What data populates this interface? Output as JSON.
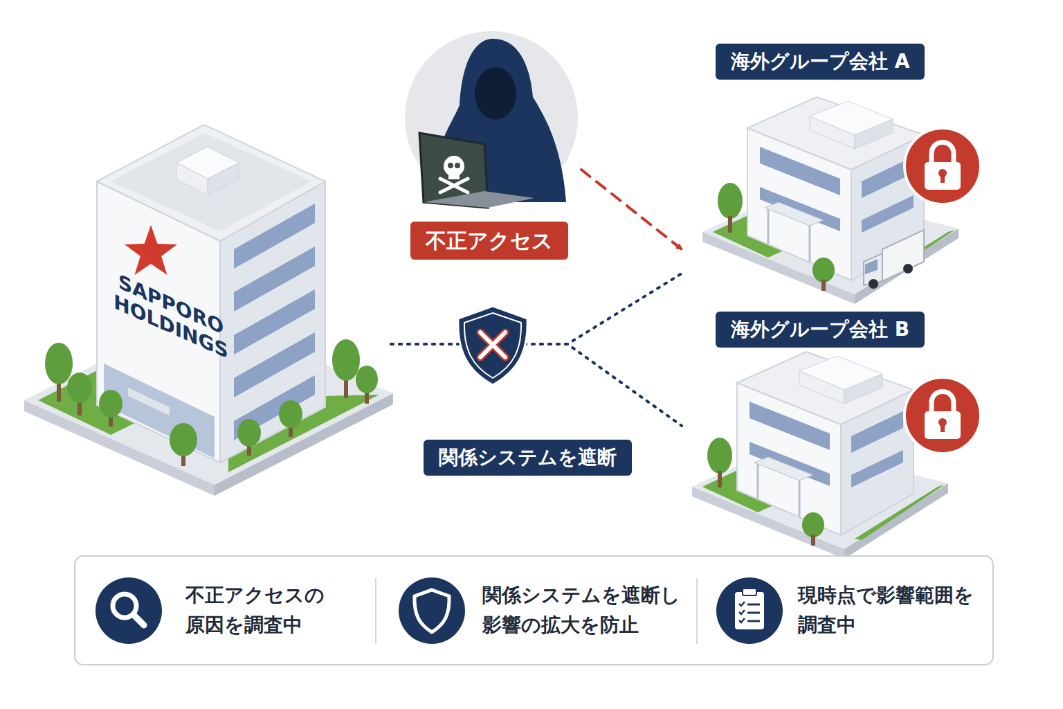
{
  "diagram": {
    "nodes": [
      {
        "text": [
          "SAPPORO HOLDINGS"
        ]
      },
      {
        "text": [
          "不正アクセス"
        ]
      },
      {
        "text": [
          "海外グループ会社 A"
        ]
      },
      {
        "text": [
          "海外グループ会社 B"
        ]
      },
      {
        "text": [
          "関係システムを遮断"
        ]
      }
    ],
    "edges": [
      {
        "from": 1,
        "to": 2,
        "arrow": "to"
      },
      {
        "from": 0,
        "to": 2,
        "arrow": "none"
      },
      {
        "from": 0,
        "to": 3,
        "arrow": "none"
      }
    ],
    "labels": [
      "不正アクセスの 原因を調査中",
      "関係システムを遮断し 影響の拡大を防止",
      "現時点で影響範囲を 調査中"
    ]
  }
}
